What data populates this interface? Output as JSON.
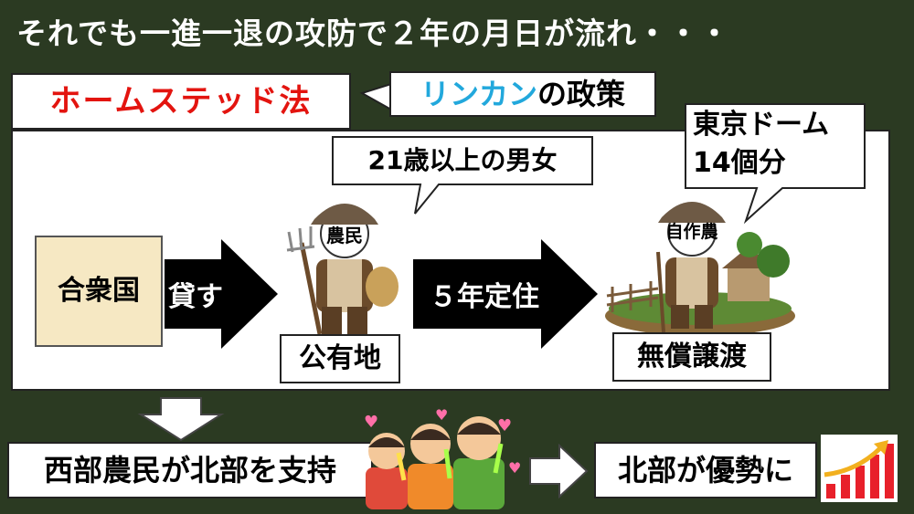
{
  "headline": "それでも一進一退の攻防で２年の月日が流れ・・・",
  "panel_title": "ホームステッド法",
  "policy_tag": {
    "highlight": "リンカン",
    "rest": "の政策"
  },
  "union": "合衆国",
  "arrow1_label": "貸す",
  "arrow2_label": "５年定住",
  "farmer_callout": "21歳以上の男女",
  "farmer_face_label": "農民",
  "public_land": "公有地",
  "dome_callout": {
    "line1": "東京ドーム",
    "line2": "14個分"
  },
  "owner_face_label": "自作農",
  "free_transfer": "無償譲渡",
  "bottom_left": "西部農民が北部を支持",
  "bottom_right": "北部が優勢に",
  "colors": {
    "background": "#2b3a22",
    "title_red": "#e3140f",
    "lincoln_blue": "#22a8dc",
    "union_box": "#f6e8c3"
  }
}
